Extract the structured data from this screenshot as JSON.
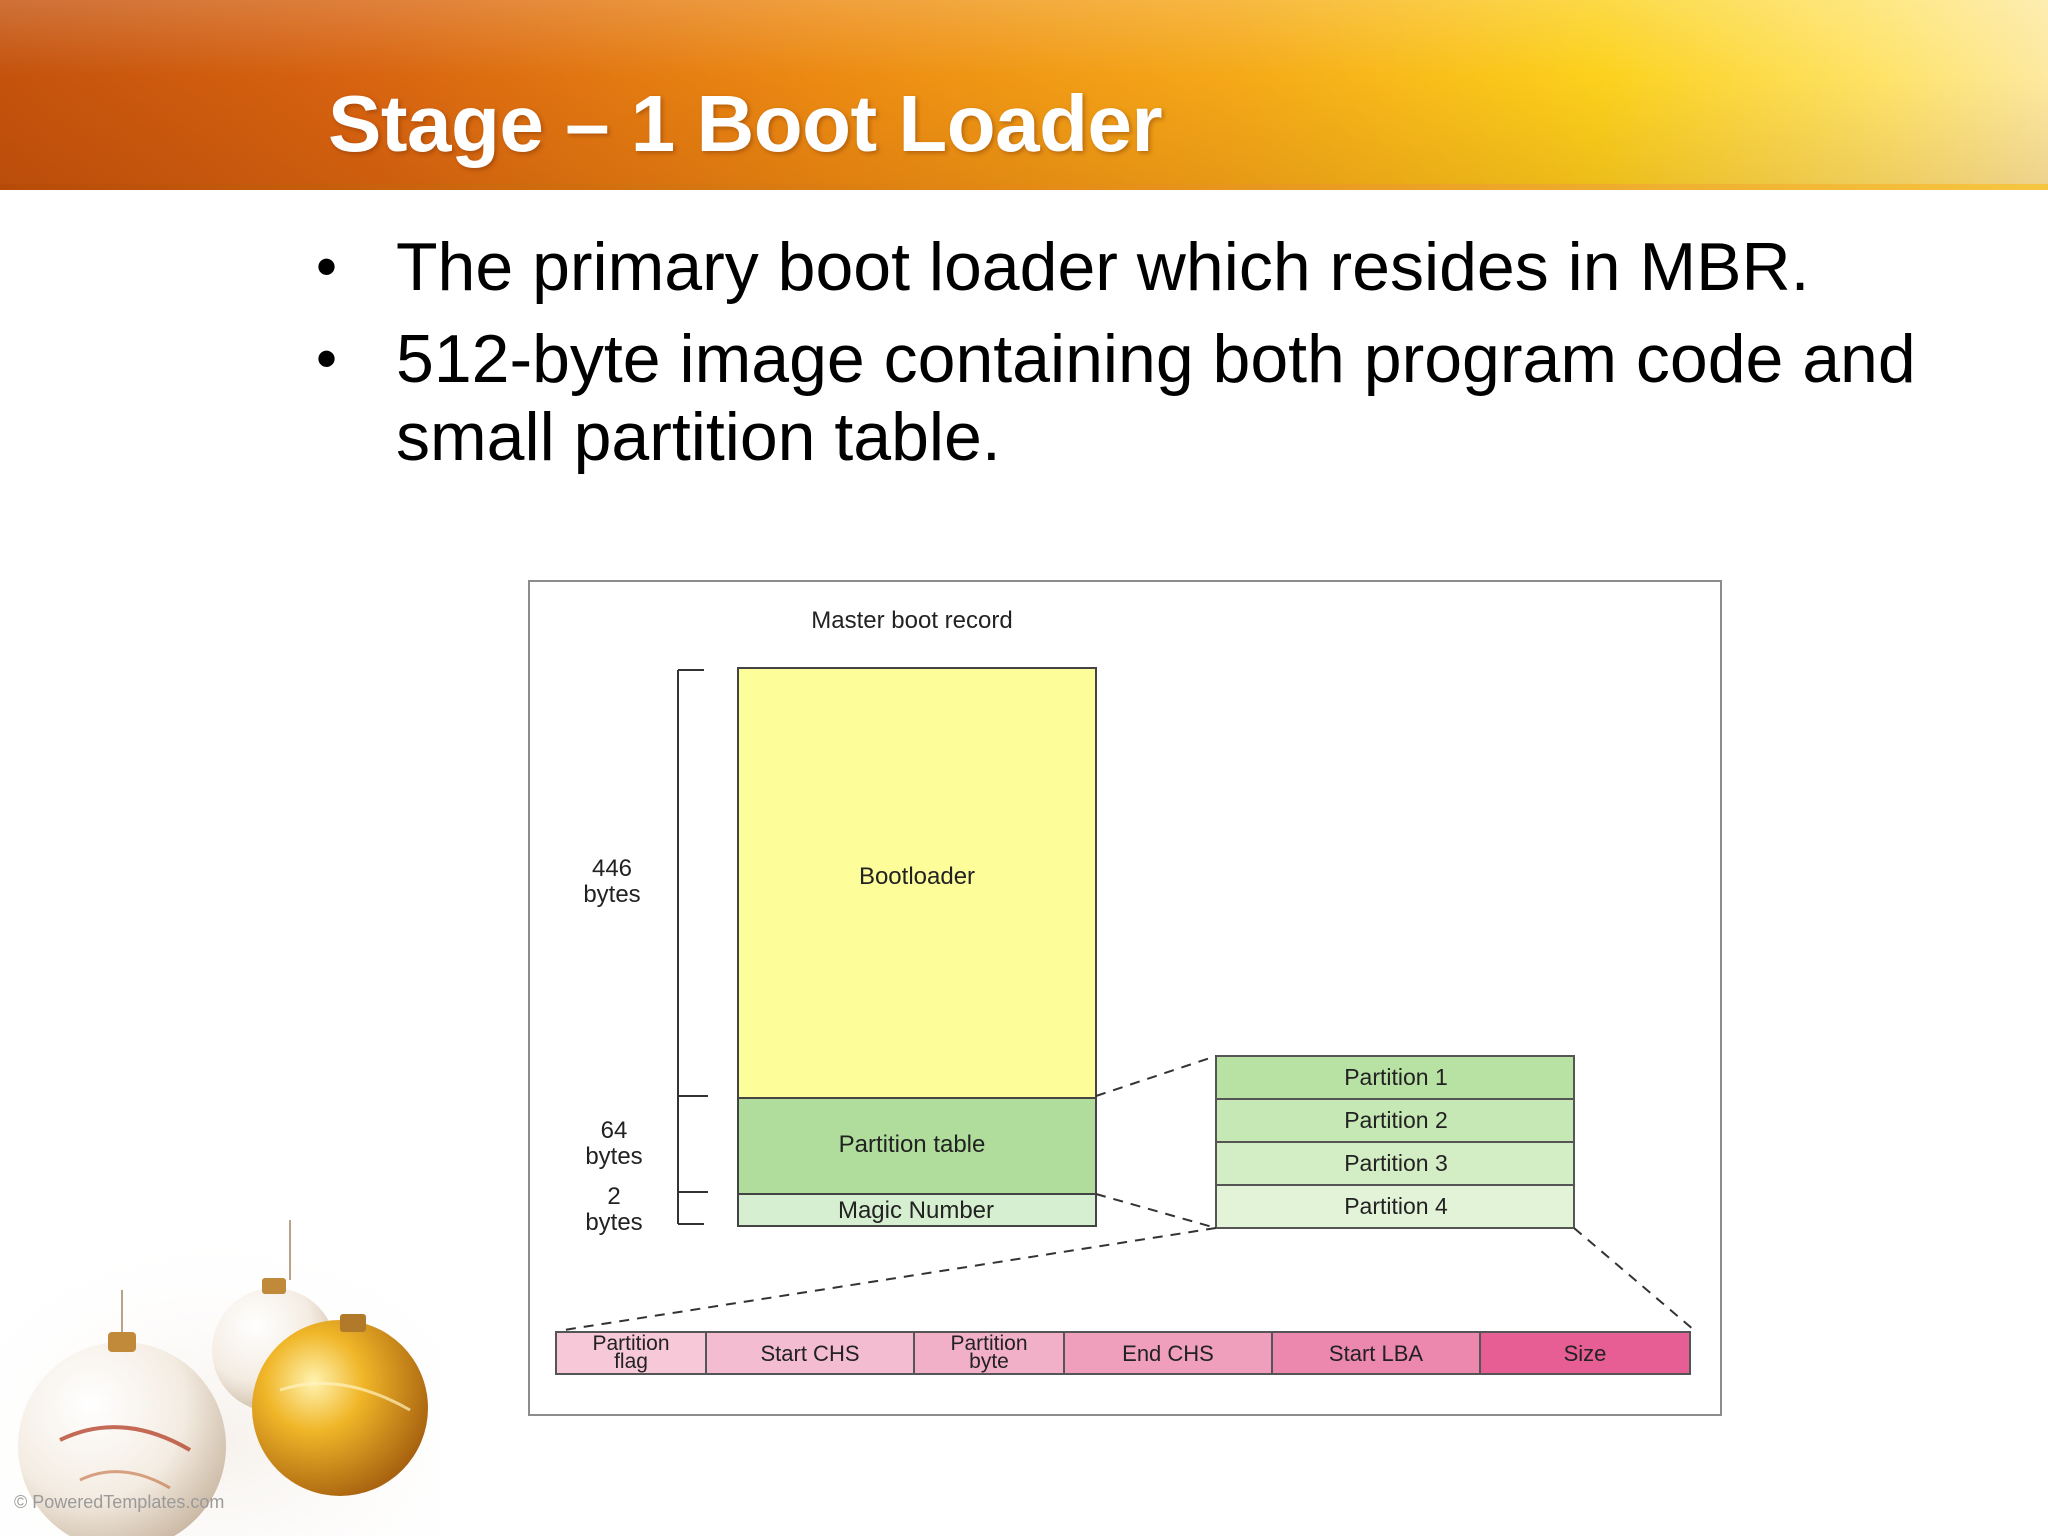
{
  "slide": {
    "title": "Stage – 1 Boot Loader",
    "bullets": [
      "The primary boot loader which resides in MBR.",
      "512-byte image containing both program code and small partition table."
    ],
    "watermark": "© PoweredTemplates.com"
  },
  "diagram": {
    "caption": "Master boot record",
    "sizes": {
      "bootloader_number": "446",
      "bootloader_unit": "bytes",
      "partition_number": "64",
      "partition_unit": "bytes",
      "magic_number": "2",
      "magic_unit": "bytes"
    },
    "blocks": {
      "bootloader": "Bootloader",
      "partition_table": "Partition table",
      "magic_number": "Magic Number"
    },
    "partitions": [
      "Partition 1",
      "Partition 2",
      "Partition 3",
      "Partition 4"
    ],
    "entry_fields": {
      "partition_flag_1": "Partition",
      "partition_flag_2": "flag",
      "start_chs": "Start CHS",
      "partition_byte_1": "Partition",
      "partition_byte_2": "byte",
      "end_chs": "End CHS",
      "start_lba": "Start LBA",
      "size": "Size"
    }
  },
  "colors": {
    "bootloader_fill": "#fdfd9a",
    "partition_table_fill": "#b0dd9c",
    "magic_fill": "#d6efd0",
    "partition_fills": [
      "#b8e2a4",
      "#c6e8b4",
      "#d3edc4",
      "#e2f3d8"
    ],
    "entry_fills": [
      "#f6c8d8",
      "#f4bcd0",
      "#f2b0c8",
      "#ef9ebc",
      "#ec88ae",
      "#e65e93"
    ]
  }
}
